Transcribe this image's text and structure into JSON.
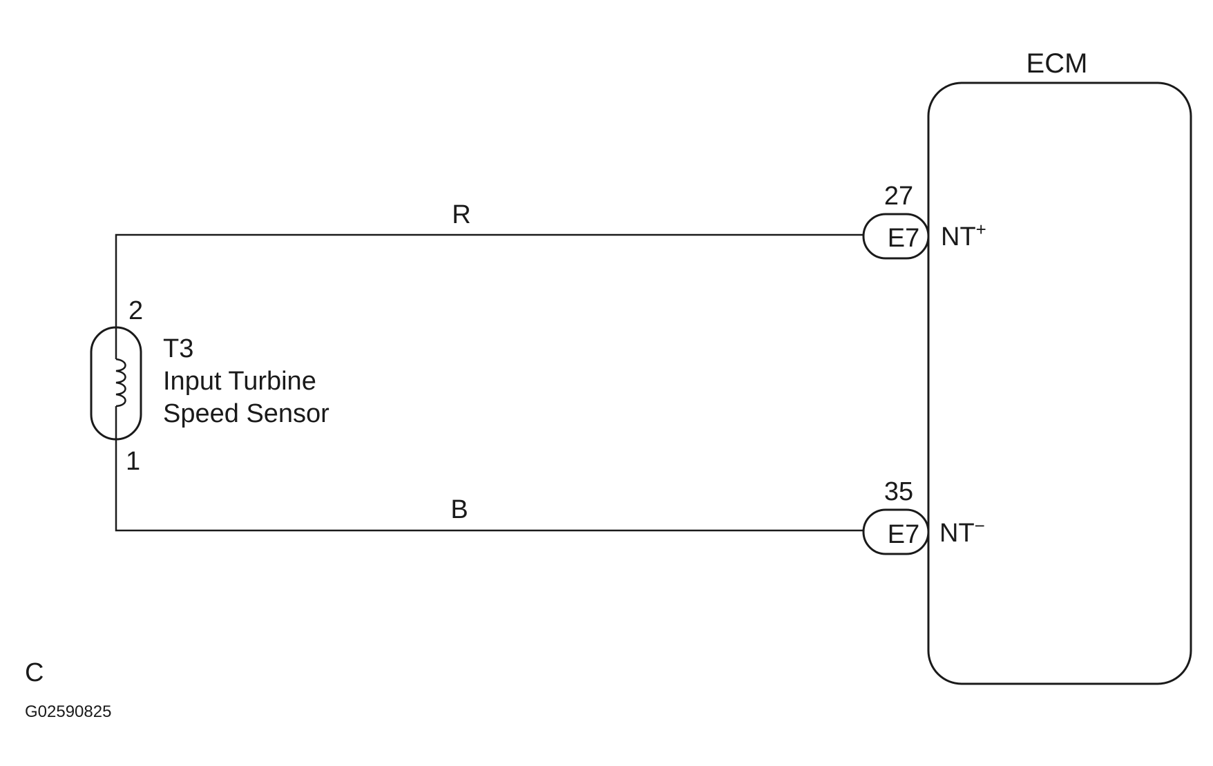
{
  "sensor": {
    "code": "T3",
    "name_line1": "Input Turbine",
    "name_line2": "Speed Sensor",
    "pin_top": "2",
    "pin_bottom": "1"
  },
  "ecm": {
    "label": "ECM"
  },
  "wires": {
    "top_color": "R",
    "bottom_color": "B"
  },
  "connectors": {
    "top": {
      "pin": "27",
      "code": "E7",
      "terminal_base": "NT",
      "terminal_sign": "+"
    },
    "bottom": {
      "pin": "35",
      "code": "E7",
      "terminal_base": "NT",
      "terminal_sign": "−"
    }
  },
  "footer": {
    "letter": "C",
    "figure_id": "G02590825"
  }
}
